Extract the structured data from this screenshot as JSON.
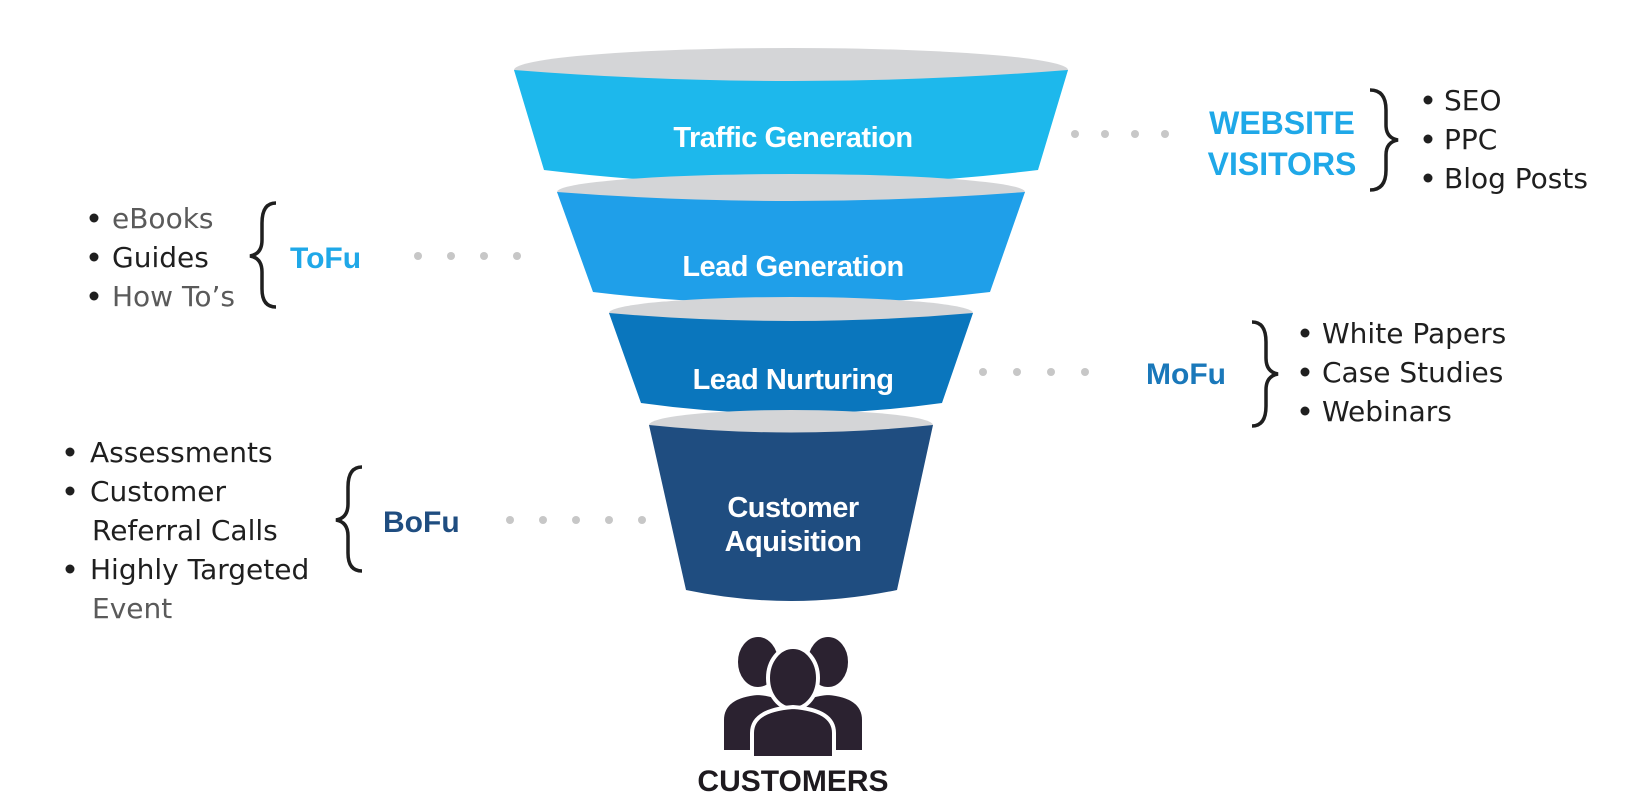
{
  "colors": {
    "rim": "#d4d5d7",
    "stage1": "#1db8ec",
    "stage2": "#1f9fe9",
    "stage3": "#0a76bd",
    "stage4": "#1f4d80",
    "tag_light": "#1fa8e8",
    "tag_mid": "#1a78ba",
    "tag_dark": "#1f4d80",
    "dots": "#c7c7c7",
    "people": "#2b2230"
  },
  "stages": [
    {
      "label": "Traffic Generation"
    },
    {
      "label": "Lead Generation"
    },
    {
      "label": "Lead Nurturing"
    },
    {
      "label_line1": "Customer",
      "label_line2": "Aquisition"
    }
  ],
  "website": {
    "tag_line1": "WEBSITE",
    "tag_line2": "VISITORS",
    "items": [
      "SEO",
      "PPC",
      "Blog Posts"
    ]
  },
  "tofu": {
    "tag": "ToFu",
    "items": [
      "eBooks",
      "Guides",
      "How To’s"
    ]
  },
  "mofu": {
    "tag": "MoFu",
    "items": [
      "White Papers",
      "Case Studies",
      "Webinars"
    ]
  },
  "bofu": {
    "tag": "BoFu",
    "items": [
      "Assessments",
      "Customer",
      "Referral Calls",
      "Highly Targeted",
      "Event"
    ]
  },
  "footer": {
    "label": "CUSTOMERS",
    "icon": "people-icon"
  }
}
